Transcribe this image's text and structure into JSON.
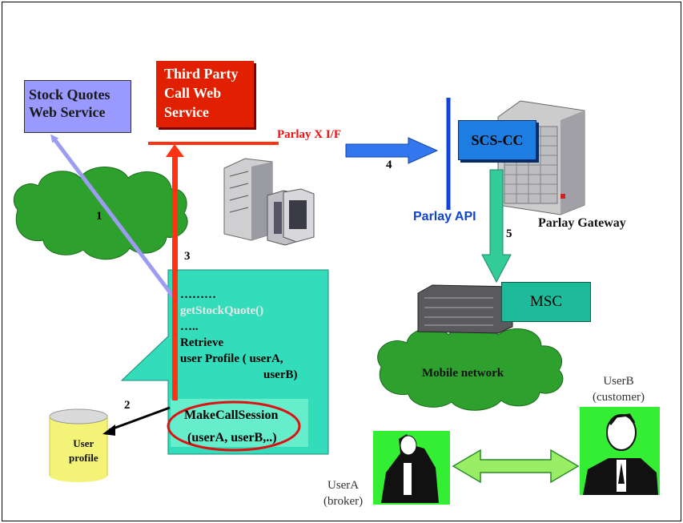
{
  "diagram": {
    "stock_service": "Stock Quotes\nWeb Service",
    "third_party": "Third Party\nCall Web\nService",
    "parlayx": "Parlay X I/F",
    "scs": "SCS-CC",
    "parlay_api": "Parlay API",
    "gateway": "Parlay Gateway",
    "msc": "MSC",
    "mobile_network": "Mobile network",
    "user_profile": "User\nprofile",
    "userA": "UserA\n(broker)",
    "userB": "UserB\n(customer)",
    "code": {
      "line1": "………",
      "line2": "getStockQuote()",
      "line3": "…..",
      "line4": "Retrieve",
      "line5": "user Profile ( userA,",
      "line6": "userB)"
    },
    "make1": "MakeCallSession",
    "make2": "(userA, userB,..)",
    "steps": {
      "s1": "1",
      "s2": "2",
      "s3": "3",
      "s4": "4",
      "s5": "5"
    }
  },
  "colors": {
    "cloud": "#2ea02e",
    "callout": "#33ddbb",
    "third_party": "#e02000",
    "stock": "#9999ff",
    "scs": "#1e7de0",
    "msc": "#1dbb99",
    "arrow_red": "#ff3311",
    "arrow_blue": "#3377ee",
    "arrow_green": "#33cc99",
    "arrow_lavender": "#9c9cf2"
  }
}
